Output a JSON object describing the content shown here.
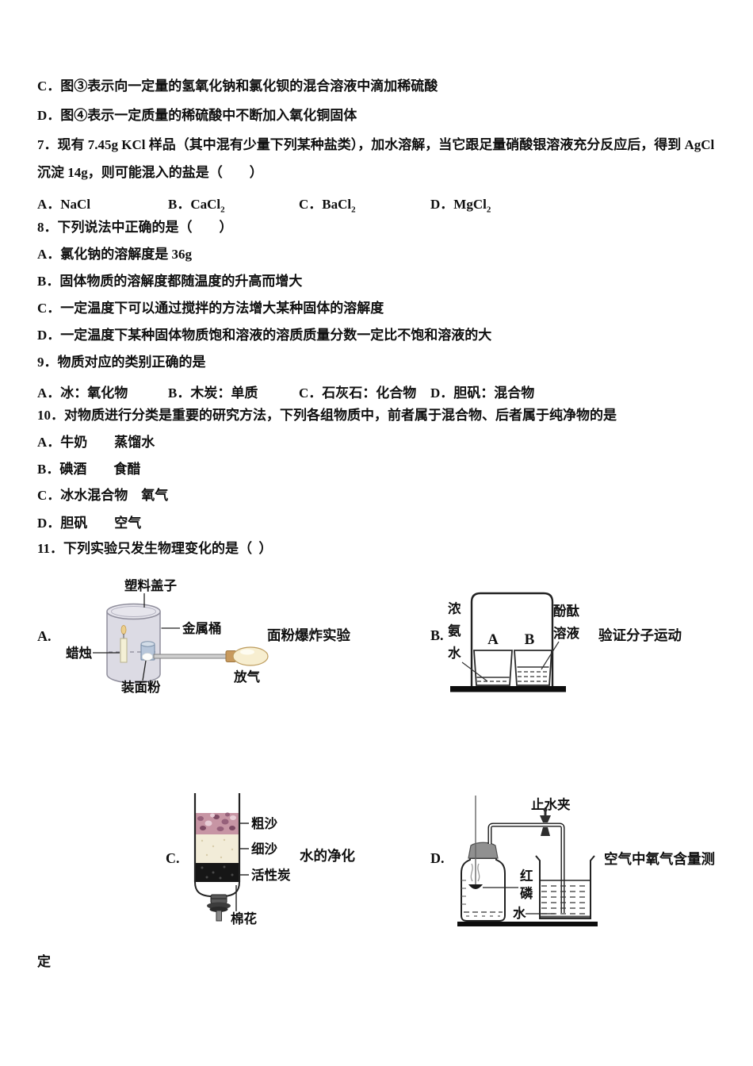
{
  "questions": {
    "q6_c": "C．图③表示向一定量的氢氧化钠和氯化钡的混合溶液中滴加稀硫酸",
    "q6_d": "D．图④表示一定质量的稀硫酸中不断加入氧化铜固体",
    "q7_line1": "7．现有 7.45g KCl 样品（其中混有少量下列某种盐类），加水溶解，当它跟足量硝酸银溶液充分反应后，得到 AgCl",
    "q7_line2": "沉淀 14g，则可能混入的盐是（　　）",
    "q7_options": [
      {
        "pre": "A．NaCl",
        "sub": ""
      },
      {
        "pre": "B．CaCl",
        "sub": "2"
      },
      {
        "pre": "C．BaCl",
        "sub": "2"
      },
      {
        "pre": "D．MgCl",
        "sub": "2"
      }
    ],
    "q8": "8．下列说法中正确的是（　　）",
    "q8_a": "A．氯化钠的溶解度是 36g",
    "q8_b": "B．固体物质的溶解度都随温度的升高而增大",
    "q8_c": "C．一定温度下可以通过搅拌的方法增大某种固体的溶解度",
    "q8_d": "D．一定温度下某种固体物质饱和溶液的溶质质量分数一定比不饱和溶液的大",
    "q9": "9．物质对应的类别正确的是",
    "q9_options": [
      "A．冰：氧化物",
      "B．木炭：单质",
      "C．石灰石：化合物",
      "D．胆矾：混合物"
    ],
    "q10": "10．对物质进行分类是重要的研究方法，下列各组物质中，前者属于混合物、后者属于纯净物的是",
    "q10_a": "A．牛奶　　蒸馏水",
    "q10_b": "B．碘酒　　食醋",
    "q10_c": "C．冰水混合物　氧气",
    "q10_d": "D．胆矾　　空气",
    "q11": "11．下列实验只发生物理变化的是（  ）"
  },
  "diagrams": {
    "a": {
      "letter": "A.",
      "caption": "面粉爆炸实验",
      "labels": {
        "lid": "塑料盖子",
        "bucket": "金属桶",
        "candle": "蜡烛",
        "flour": "装面粉",
        "air": "放气"
      }
    },
    "b": {
      "letter": "B.",
      "caption": "验证分子运动",
      "labels": {
        "ammonia": [
          "浓",
          "氨",
          "水"
        ],
        "beaker_a": "A",
        "beaker_b": "B",
        "phenolphthalein_1": "酚酞",
        "phenolphthalein_2": "溶液"
      }
    },
    "c": {
      "letter": "C.",
      "caption": "水的净化",
      "labels": {
        "coarse_sand": "粗沙",
        "fine_sand": "细沙",
        "activated_carbon": "活性炭",
        "cotton": "棉花"
      }
    },
    "d": {
      "letter": "D.",
      "caption": "空气中氧气含量测",
      "labels": {
        "clamp": "止水夹",
        "red_phosphorus": [
          "红",
          "磷"
        ],
        "water": "水"
      }
    }
  },
  "footer": {
    "continuation": "定"
  }
}
